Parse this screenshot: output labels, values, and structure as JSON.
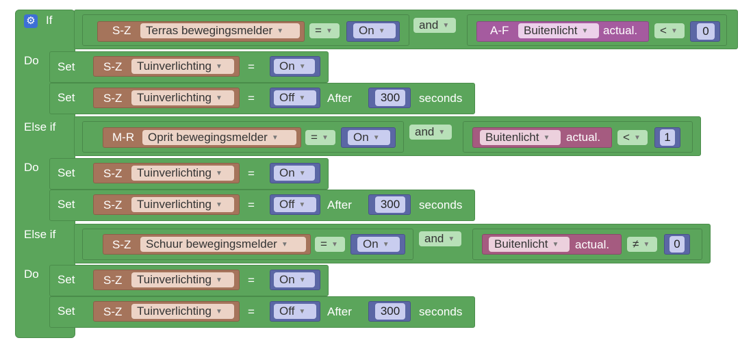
{
  "keywords": {
    "if": "If",
    "do": "Do",
    "else_if": "Else if",
    "set": "Set",
    "equals": "=",
    "and": "and",
    "actual": "actual.",
    "after": "After",
    "seconds": "seconds"
  },
  "branches": [
    {
      "condition": {
        "left": {
          "prefix": "S-Z",
          "device": "Terras bewegingsmelder",
          "op": "=",
          "value": "On"
        },
        "and": "and",
        "right": {
          "prefix": "A-F",
          "device": "Buitenlicht",
          "suffix": "actual.",
          "op": "<",
          "value": "0"
        }
      },
      "actions": [
        {
          "prefix": "S-Z",
          "device": "Tuinverlichting",
          "value": "On"
        },
        {
          "prefix": "S-Z",
          "device": "Tuinverlichting",
          "value": "Off",
          "after": "300"
        }
      ]
    },
    {
      "condition": {
        "left": {
          "prefix": "M-R",
          "device": "Oprit bewegingsmelder",
          "op": "=",
          "value": "On"
        },
        "and": "and",
        "right": {
          "prefix": "",
          "device": "Buitenlicht",
          "suffix": "actual.",
          "op": "<",
          "value": "1"
        }
      },
      "actions": [
        {
          "prefix": "S-Z",
          "device": "Tuinverlichting",
          "value": "On"
        },
        {
          "prefix": "S-Z",
          "device": "Tuinverlichting",
          "value": "Off",
          "after": "300"
        }
      ]
    },
    {
      "condition": {
        "left": {
          "prefix": "S-Z",
          "device": "Schuur bewegingsmelder",
          "op": "=",
          "value": "On"
        },
        "and": "and",
        "right": {
          "prefix": "",
          "device": "Buitenlicht",
          "suffix": "actual.",
          "op": "≠",
          "value": "0"
        }
      },
      "actions": [
        {
          "prefix": "S-Z",
          "device": "Tuinverlichting",
          "value": "On"
        },
        {
          "prefix": "S-Z",
          "device": "Tuinverlichting",
          "value": "Off",
          "after": "300"
        }
      ]
    }
  ],
  "icons": {
    "settings": "gear-icon",
    "dropdown": "caret-down-icon"
  },
  "colors": {
    "logic": "#5ba55b",
    "device": "#a5745b",
    "variable": "#a55b9f",
    "variable_alt": "#a55b80",
    "value": "#5b67a5",
    "settings": "#3d6fd6"
  }
}
